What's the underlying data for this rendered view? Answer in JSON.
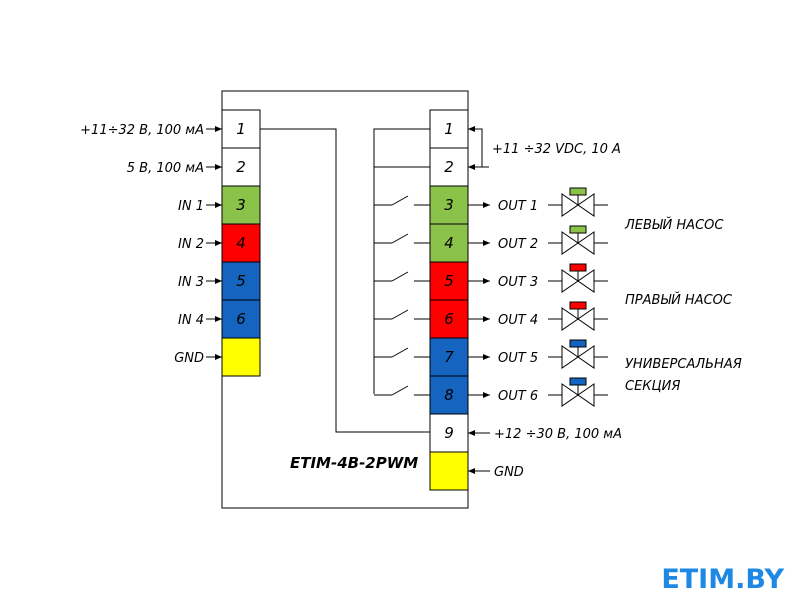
{
  "colors": {
    "white": "#ffffff",
    "green": "#8bc34a",
    "red": "#ff0000",
    "blue": "#1565c0",
    "yellow": "#ffff00",
    "logo": "#1e88e5"
  },
  "device_name": "ETIM-4B-2PWM",
  "left_terminals": [
    {
      "number": "1",
      "label": "+11÷32 В, 100 мА",
      "color": "white"
    },
    {
      "number": "2",
      "label": "5 В, 100 мА",
      "color": "white"
    },
    {
      "number": "3",
      "label": "IN 1",
      "color": "green"
    },
    {
      "number": "4",
      "label": "IN 2",
      "color": "red"
    },
    {
      "number": "5",
      "label": "IN 3",
      "color": "blue"
    },
    {
      "number": "6",
      "label": "IN 4",
      "color": "blue"
    },
    {
      "number": "",
      "label": "GND",
      "color": "yellow"
    }
  ],
  "right_terminals": [
    {
      "number": "1",
      "label": "",
      "color": "white"
    },
    {
      "number": "2",
      "label": "",
      "color": "white"
    },
    {
      "number": "3",
      "label": "OUT 1",
      "color": "green"
    },
    {
      "number": "4",
      "label": "OUT 2",
      "color": "green"
    },
    {
      "number": "5",
      "label": "OUT 3",
      "color": "red"
    },
    {
      "number": "6",
      "label": "OUT 4",
      "color": "red"
    },
    {
      "number": "7",
      "label": "OUT 5",
      "color": "blue"
    },
    {
      "number": "8",
      "label": "OUT 6",
      "color": "blue"
    },
    {
      "number": "9",
      "label": "+12 ÷30 В, 100 мА",
      "color": "white"
    },
    {
      "number": "",
      "label": "GND",
      "color": "yellow"
    }
  ],
  "power_label": "+11 ÷32 VDC, 10 A",
  "groups": {
    "left_pump": "ЛЕВЫЙ НАСОС",
    "right_pump": "ПРАВЫЙ НАСОС",
    "universal_line1": "УНИВЕРСАЛЬНАЯ",
    "universal_line2": "СЕКЦИЯ"
  },
  "logo": "ETIM.BY"
}
